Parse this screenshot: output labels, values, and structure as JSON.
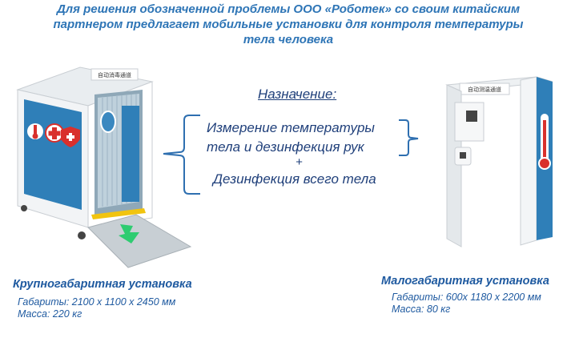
{
  "title": {
    "line1": "Для решения обозначенной проблемы ООО «Роботек» со своим китайским",
    "line2": "партнером предлагает мобильные установки для контроля температуры",
    "line3": "тела человека"
  },
  "purpose": {
    "heading": "Назначение:",
    "line1": "Измерение температуры",
    "line2": "тела и дезинфекция рук",
    "plus": "+",
    "line3": "Дезинфекция всего тела"
  },
  "large_unit": {
    "name": "Крупногабаритная  установка",
    "dimensions": "Габариты: 2100 х 1100 х 2450 мм",
    "mass": "Масса: 220 кг",
    "sign": "自动消毒通道"
  },
  "small_unit": {
    "name": "Малогабаритная установка",
    "dimensions": "Габариты: 600х 1180 х 2200 мм",
    "mass": "Масса: 80 кг",
    "sign": "自动测温通道"
  },
  "colors": {
    "title": "#2e75b6",
    "panel_blue": "#2f7fb8",
    "text_dark": "#1f3f7a"
  }
}
